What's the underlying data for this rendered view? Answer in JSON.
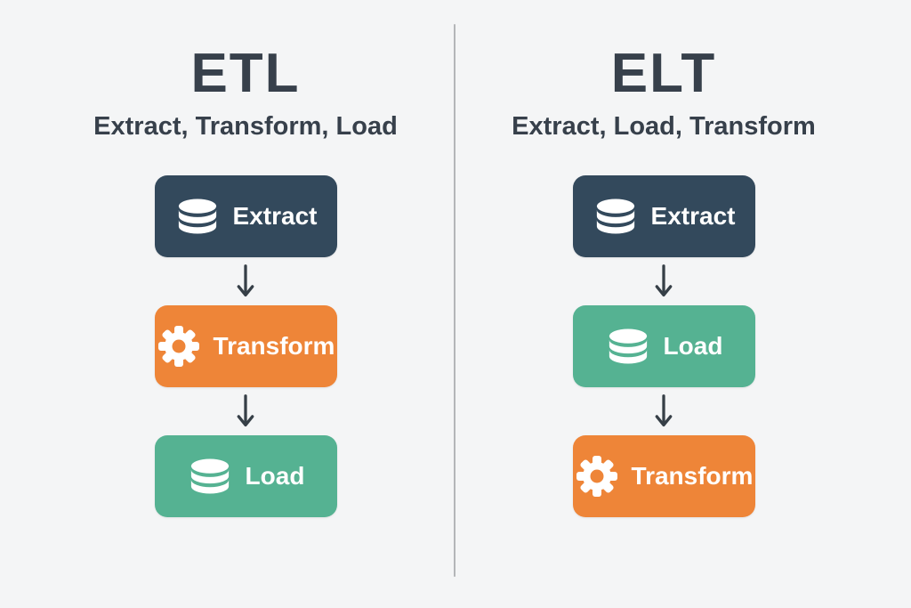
{
  "colors": {
    "background": "#f4f5f6",
    "divider": "#b4b6b8",
    "ink": "#37404b",
    "arrow": "#363f47",
    "white": "#ffffff",
    "navy": "#33495c",
    "orange": "#ee8538",
    "green": "#55b292"
  },
  "diagram": {
    "left": {
      "title": "ETL",
      "subtitle": "Extract, Transform, Load",
      "steps": [
        {
          "label": "Extract",
          "icon": "database-icon",
          "color": "navy"
        },
        {
          "label": "Transform",
          "icon": "gear-icon",
          "color": "orange"
        },
        {
          "label": "Load",
          "icon": "database-icon",
          "color": "green"
        }
      ]
    },
    "right": {
      "title": "ELT",
      "subtitle": "Extract, Load, Transform",
      "steps": [
        {
          "label": "Extract",
          "icon": "database-icon",
          "color": "navy"
        },
        {
          "label": "Load",
          "icon": "database-icon",
          "color": "green"
        },
        {
          "label": "Transform",
          "icon": "gear-icon",
          "color": "orange"
        }
      ]
    }
  }
}
